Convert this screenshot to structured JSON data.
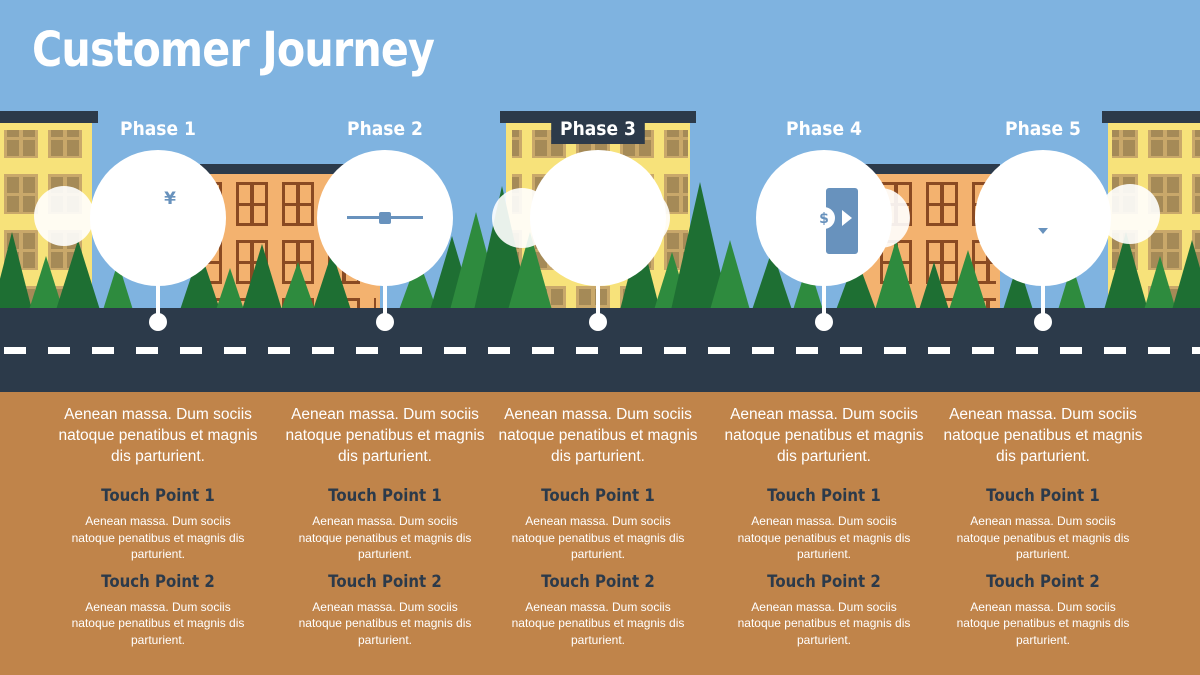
{
  "title": "Customer Journey",
  "active_phase": 2,
  "colors": {
    "sky": "#7fb3e0",
    "ground": "#c0844a",
    "road": "#2c3a4a",
    "circle": "#6892bd",
    "tree_dark": "#1e6f33",
    "tree_light": "#2e8b3e",
    "building_yellow": "#f7e27a",
    "building_orange": "#f3b26f",
    "touchpoint_title": "#2c3a4a"
  },
  "phases": [
    {
      "label": "Phase 1",
      "icon": "hand-with-yen-coin-icon",
      "description": "Aenean massa. Dum sociis natoque penatibus et magnis dis parturient.",
      "touch_points": [
        {
          "title": "Touch Point 1",
          "text": "Aenean massa. Dum sociis natoque penatibus et magnis dis parturient."
        },
        {
          "title": "Touch Point 2",
          "text": "Aenean massa. Dum sociis natoque penatibus et magnis dis parturient."
        }
      ]
    },
    {
      "label": "Phase 2",
      "icon": "briefcase-icon",
      "description": "Aenean massa. Dum sociis natoque penatibus et magnis dis parturient.",
      "touch_points": [
        {
          "title": "Touch Point 1",
          "text": "Aenean massa. Dum sociis natoque penatibus et magnis dis parturient."
        },
        {
          "title": "Touch Point 2",
          "text": "Aenean massa. Dum sociis natoque penatibus et magnis dis parturient."
        }
      ]
    },
    {
      "label": "Phase 3",
      "icon": "clipboard-checklist-icon",
      "description": "Aenean massa. Dum sociis natoque penatibus et magnis dis parturient.",
      "touch_points": [
        {
          "title": "Touch Point 1",
          "text": "Aenean massa. Dum sociis natoque penatibus et magnis dis parturient."
        },
        {
          "title": "Touch Point 2",
          "text": "Aenean massa. Dum sociis natoque penatibus et magnis dis parturient."
        }
      ]
    },
    {
      "label": "Phase 4",
      "icon": "phones-dollar-transfer-icon",
      "description": "Aenean massa. Dum sociis natoque penatibus et magnis dis parturient.",
      "touch_points": [
        {
          "title": "Touch Point 1",
          "text": "Aenean massa. Dum sociis natoque penatibus et magnis dis parturient."
        },
        {
          "title": "Touch Point 2",
          "text": "Aenean massa. Dum sociis natoque penatibus et magnis dis parturient."
        }
      ]
    },
    {
      "label": "Phase 5",
      "icon": "businessman-icon",
      "description": "Aenean massa. Dum sociis natoque penatibus et magnis dis parturient.",
      "touch_points": [
        {
          "title": "Touch Point 1",
          "text": "Aenean massa. Dum sociis natoque penatibus et magnis dis parturient."
        },
        {
          "title": "Touch Point 2",
          "text": "Aenean massa. Dum sociis natoque penatibus et magnis dis parturient."
        }
      ]
    }
  ]
}
